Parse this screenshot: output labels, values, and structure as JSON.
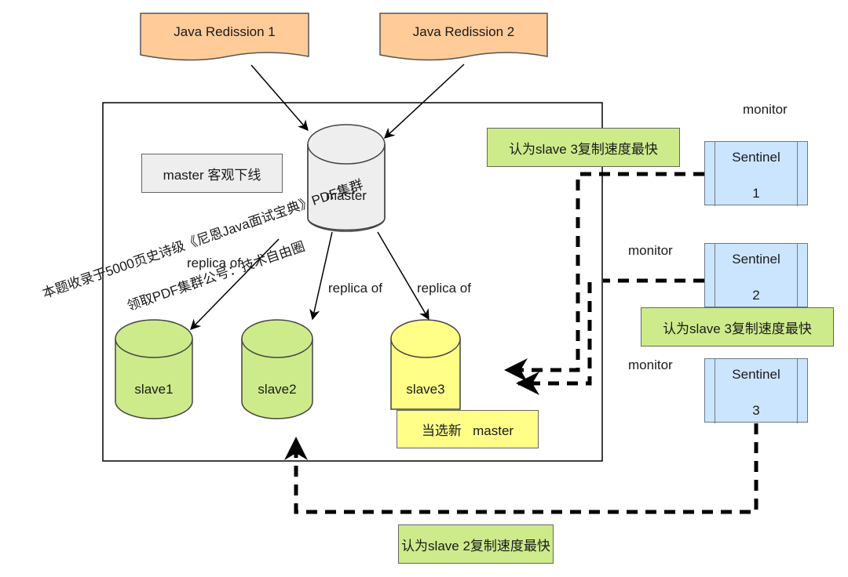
{
  "clients": [
    {
      "label": "Java  Redission 1"
    },
    {
      "label": "Java  Redission 2"
    }
  ],
  "cluster": {
    "status_label": "master 客观下线",
    "master": {
      "label": "master"
    },
    "slaves": [
      {
        "label": "slave1",
        "color": "#cdeb8b"
      },
      {
        "label": "slave2",
        "color": "#cdeb8b"
      },
      {
        "label": "slave3",
        "color": "#ffff88"
      }
    ],
    "replica_labels": [
      "replica of",
      "replica of",
      "replica of"
    ],
    "elected_label": "当选新   master"
  },
  "sentinels": [
    {
      "title": "Sentinel",
      "number": "1",
      "monitor_label": "monitor",
      "vote_label": "认为slave 3复制速度最快"
    },
    {
      "title": "Sentinel",
      "number": "2",
      "monitor_label": "monitor",
      "vote_label": "认为slave 3复制速度最快"
    },
    {
      "title": "Sentinel",
      "number": "3",
      "monitor_label": "monitor",
      "vote_label": "认为slave 2复制速度最快"
    }
  ],
  "watermark": {
    "line1": "本题收录于5000页史诗级《尼恩Java面试宝典》PDF集群",
    "line2": "领取PDF集群公号：技术自由圈"
  },
  "colors": {
    "client_fill": "#ffcc99",
    "master_fill": "#eeeeee",
    "slave_green": "#cdeb8b",
    "slave_yellow": "#ffff88",
    "sentinel_fill": "#cce5ff",
    "vote_fill": "#cdeb8b"
  }
}
